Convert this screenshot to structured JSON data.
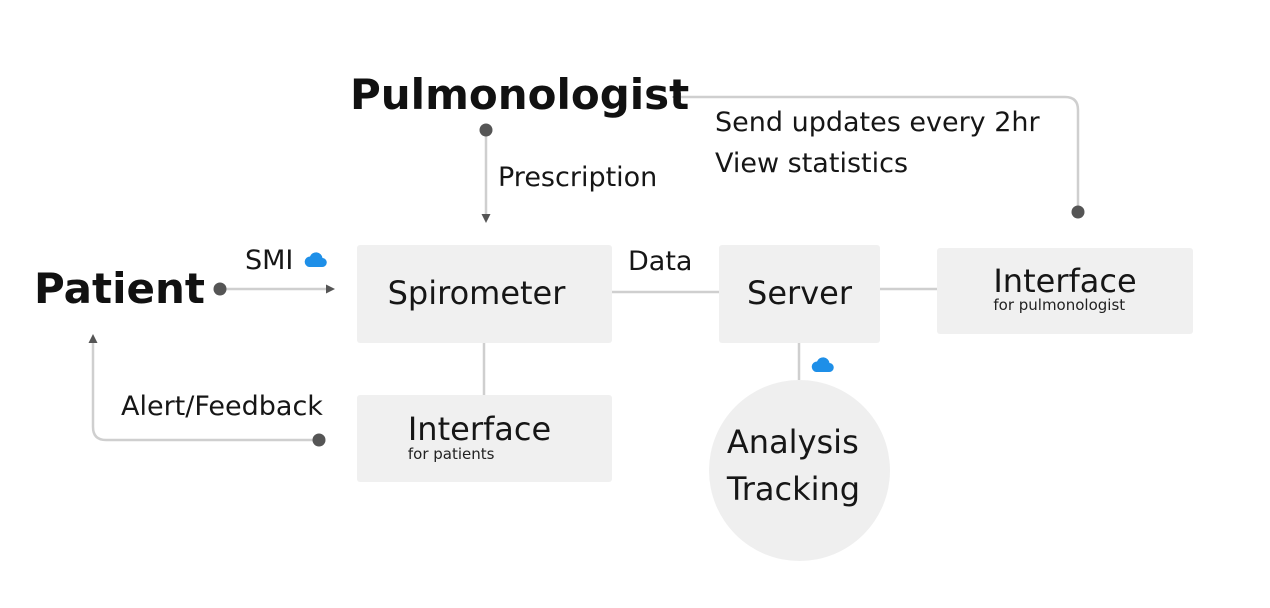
{
  "actors": {
    "pulmonologist": "Pulmonologist",
    "patient": "Patient"
  },
  "labels": {
    "send_updates": "Send updates every 2hr",
    "view_statistics": "View statistics",
    "prescription": "Prescription",
    "smi": "SMI",
    "data": "Data",
    "alert_feedback": "Alert/Feedback"
  },
  "boxes": {
    "spirometer": {
      "title": "Spirometer"
    },
    "server": {
      "title": "Server"
    },
    "interface_pulmonologist": {
      "title": "Interface",
      "subtitle": "for pulmonologist"
    },
    "interface_patients": {
      "title": "Interface",
      "subtitle": "for patients"
    }
  },
  "circle": {
    "line1": "Analysis",
    "line2": "Tracking"
  },
  "icons": {
    "cloud": "cloud-icon"
  },
  "colors": {
    "cloud": "#1e8fe8",
    "connector": "#cfcfcf",
    "arrow": "#666666",
    "box_fill": "#f0f0f0"
  }
}
